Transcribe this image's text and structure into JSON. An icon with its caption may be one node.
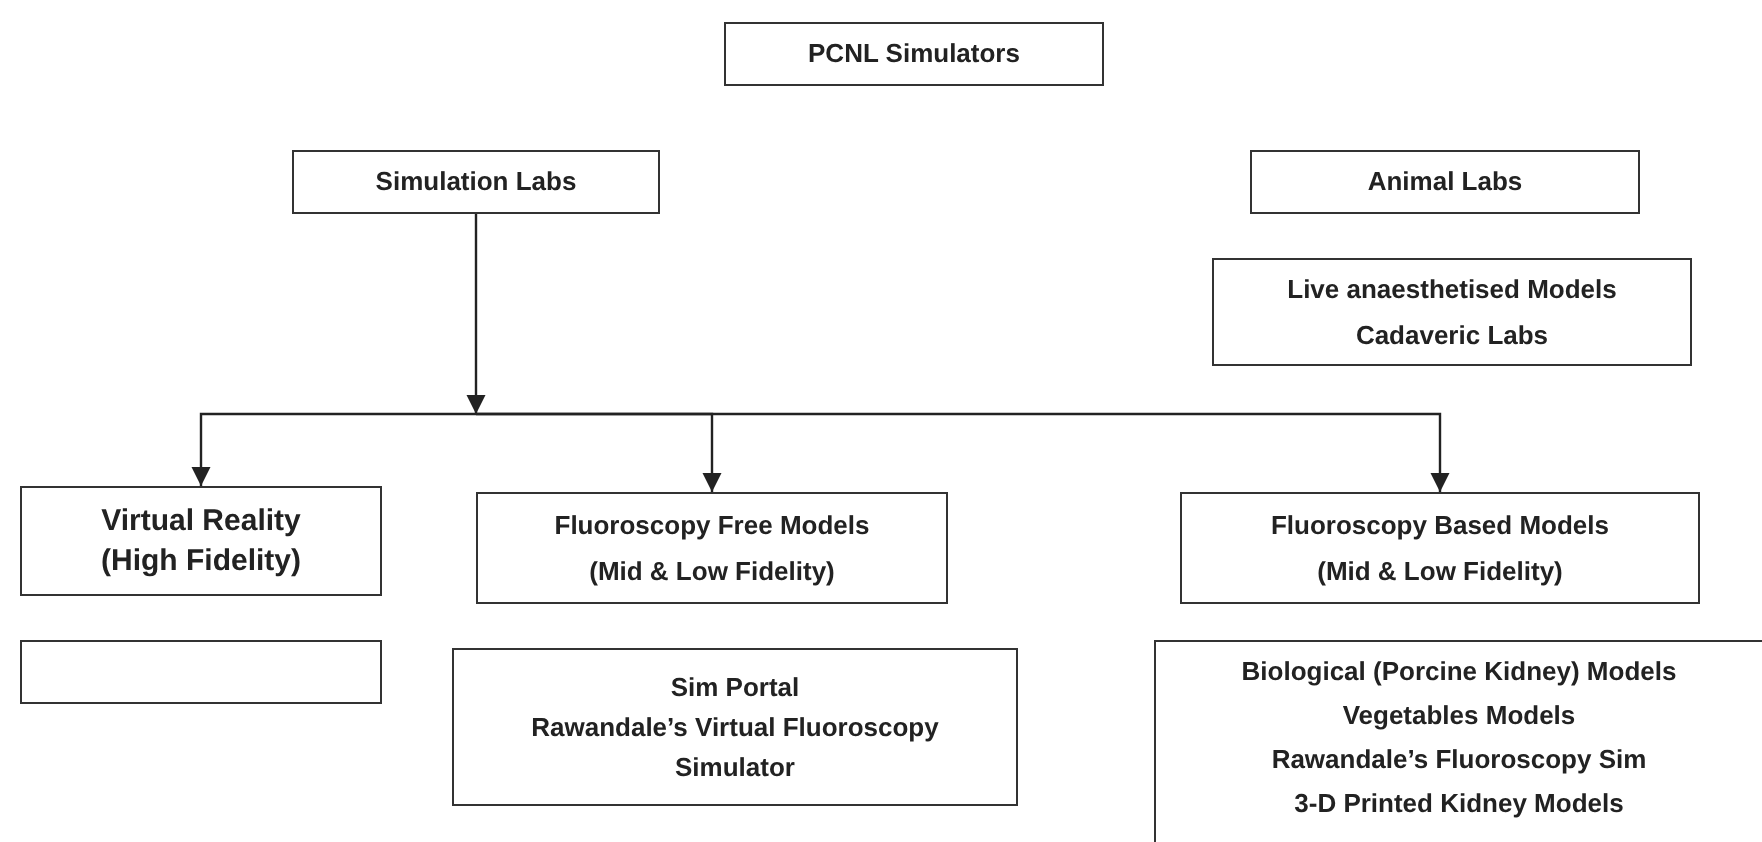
{
  "diagram": {
    "nodes": [
      {
        "text": [
          "PCNL Simulators"
        ]
      },
      {
        "text": [
          "Simulation Labs"
        ]
      },
      {
        "text": [
          "Animal Labs"
        ]
      },
      {
        "text": [
          "Live anaesthetised Models",
          "Cadaveric Labs"
        ]
      },
      {
        "text": [
          "Virtual Reality",
          "(High Fidelity)"
        ]
      },
      {
        "text": [
          "Fluoroscopy Free Models",
          "(Mid & Low Fidelity)"
        ]
      },
      {
        "text": [
          "Fluoroscopy Based Models",
          "(Mid & Low Fidelity)"
        ]
      },
      {
        "text": [],
        "shape": "box"
      },
      {
        "text": [
          "Sim Portal",
          "Rawandale’s Virtual Fluoroscopy Simulator"
        ]
      },
      {
        "text": [
          "Biological (Porcine Kidney) Models",
          "Vegetables Models",
          "Rawandale’s Fluoroscopy Sim",
          "3-D Printed Kidney Models"
        ]
      }
    ],
    "edges": [
      {
        "from": 1,
        "to": 4,
        "arrow": "to"
      },
      {
        "from": 1,
        "to": 5,
        "arrow": "to"
      },
      {
        "from": 1,
        "to": 6,
        "arrow": "to"
      }
    ]
  }
}
